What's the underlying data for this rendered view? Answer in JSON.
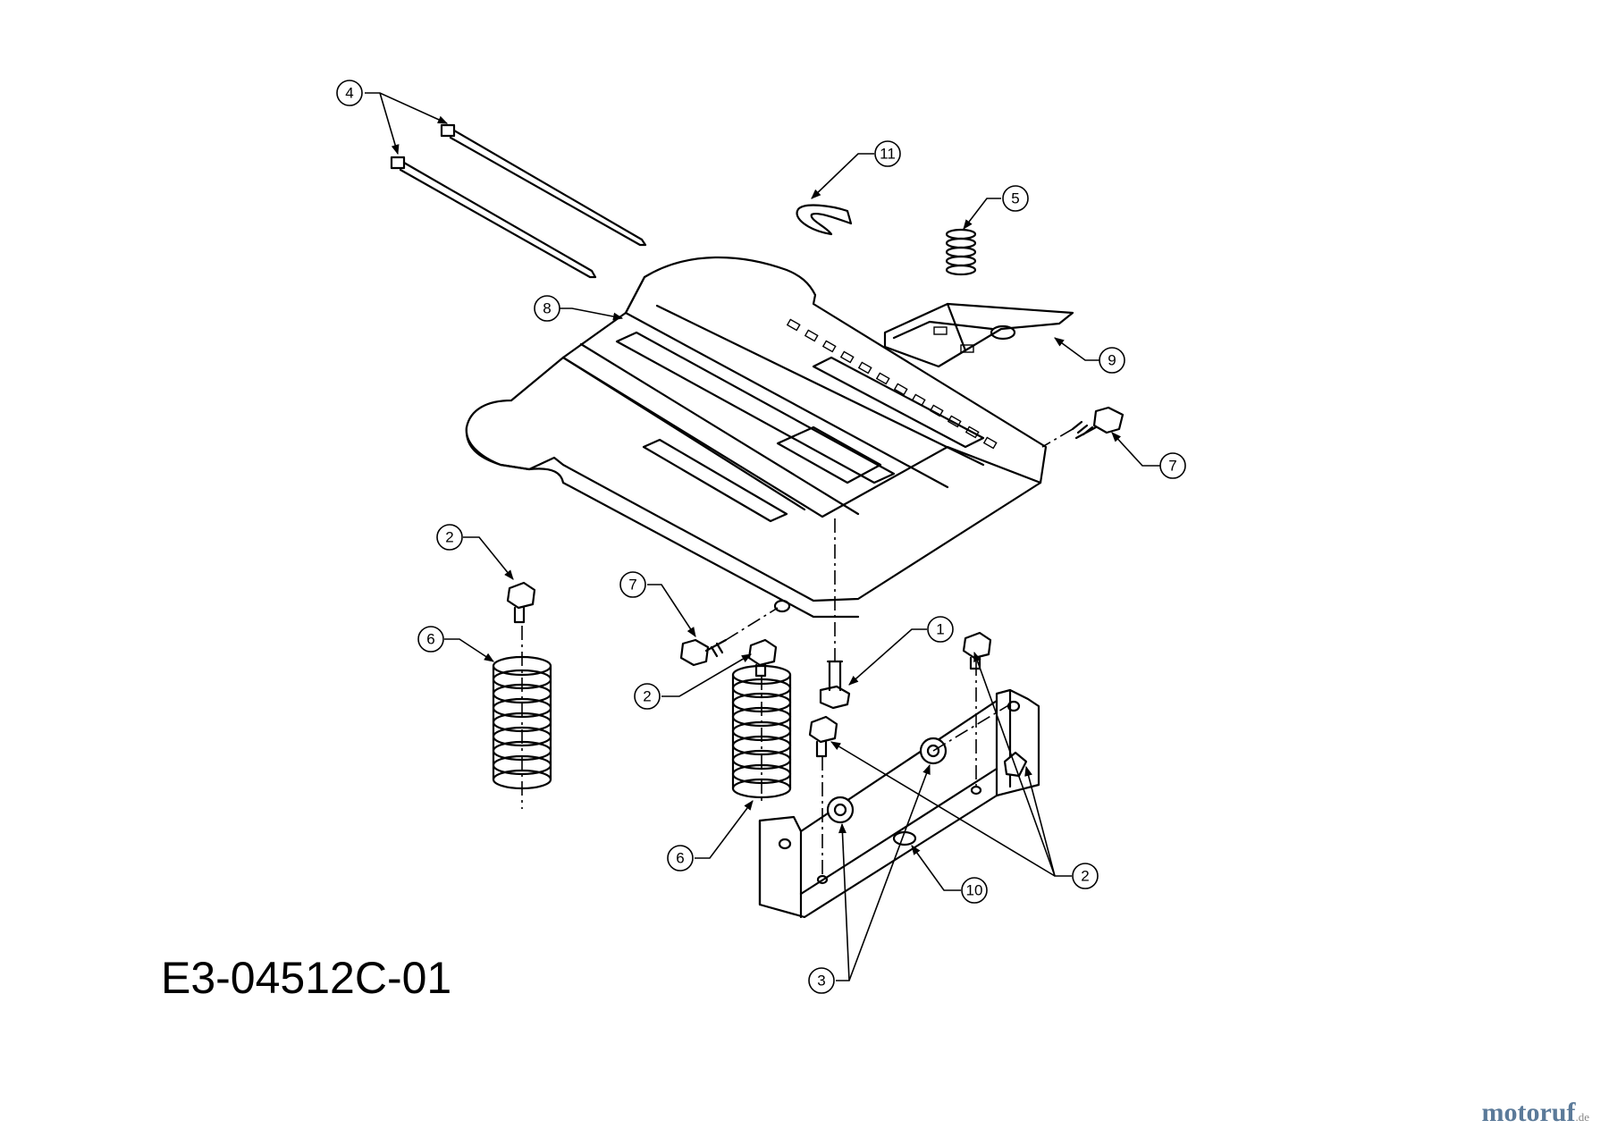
{
  "drawing_code": "E3-04512C-01",
  "watermark": {
    "brand": "motoruf",
    "tld": ".de"
  },
  "callouts": [
    "1",
    "2",
    "3",
    "4",
    "5",
    "6",
    "7",
    "8",
    "9",
    "10",
    "11"
  ]
}
